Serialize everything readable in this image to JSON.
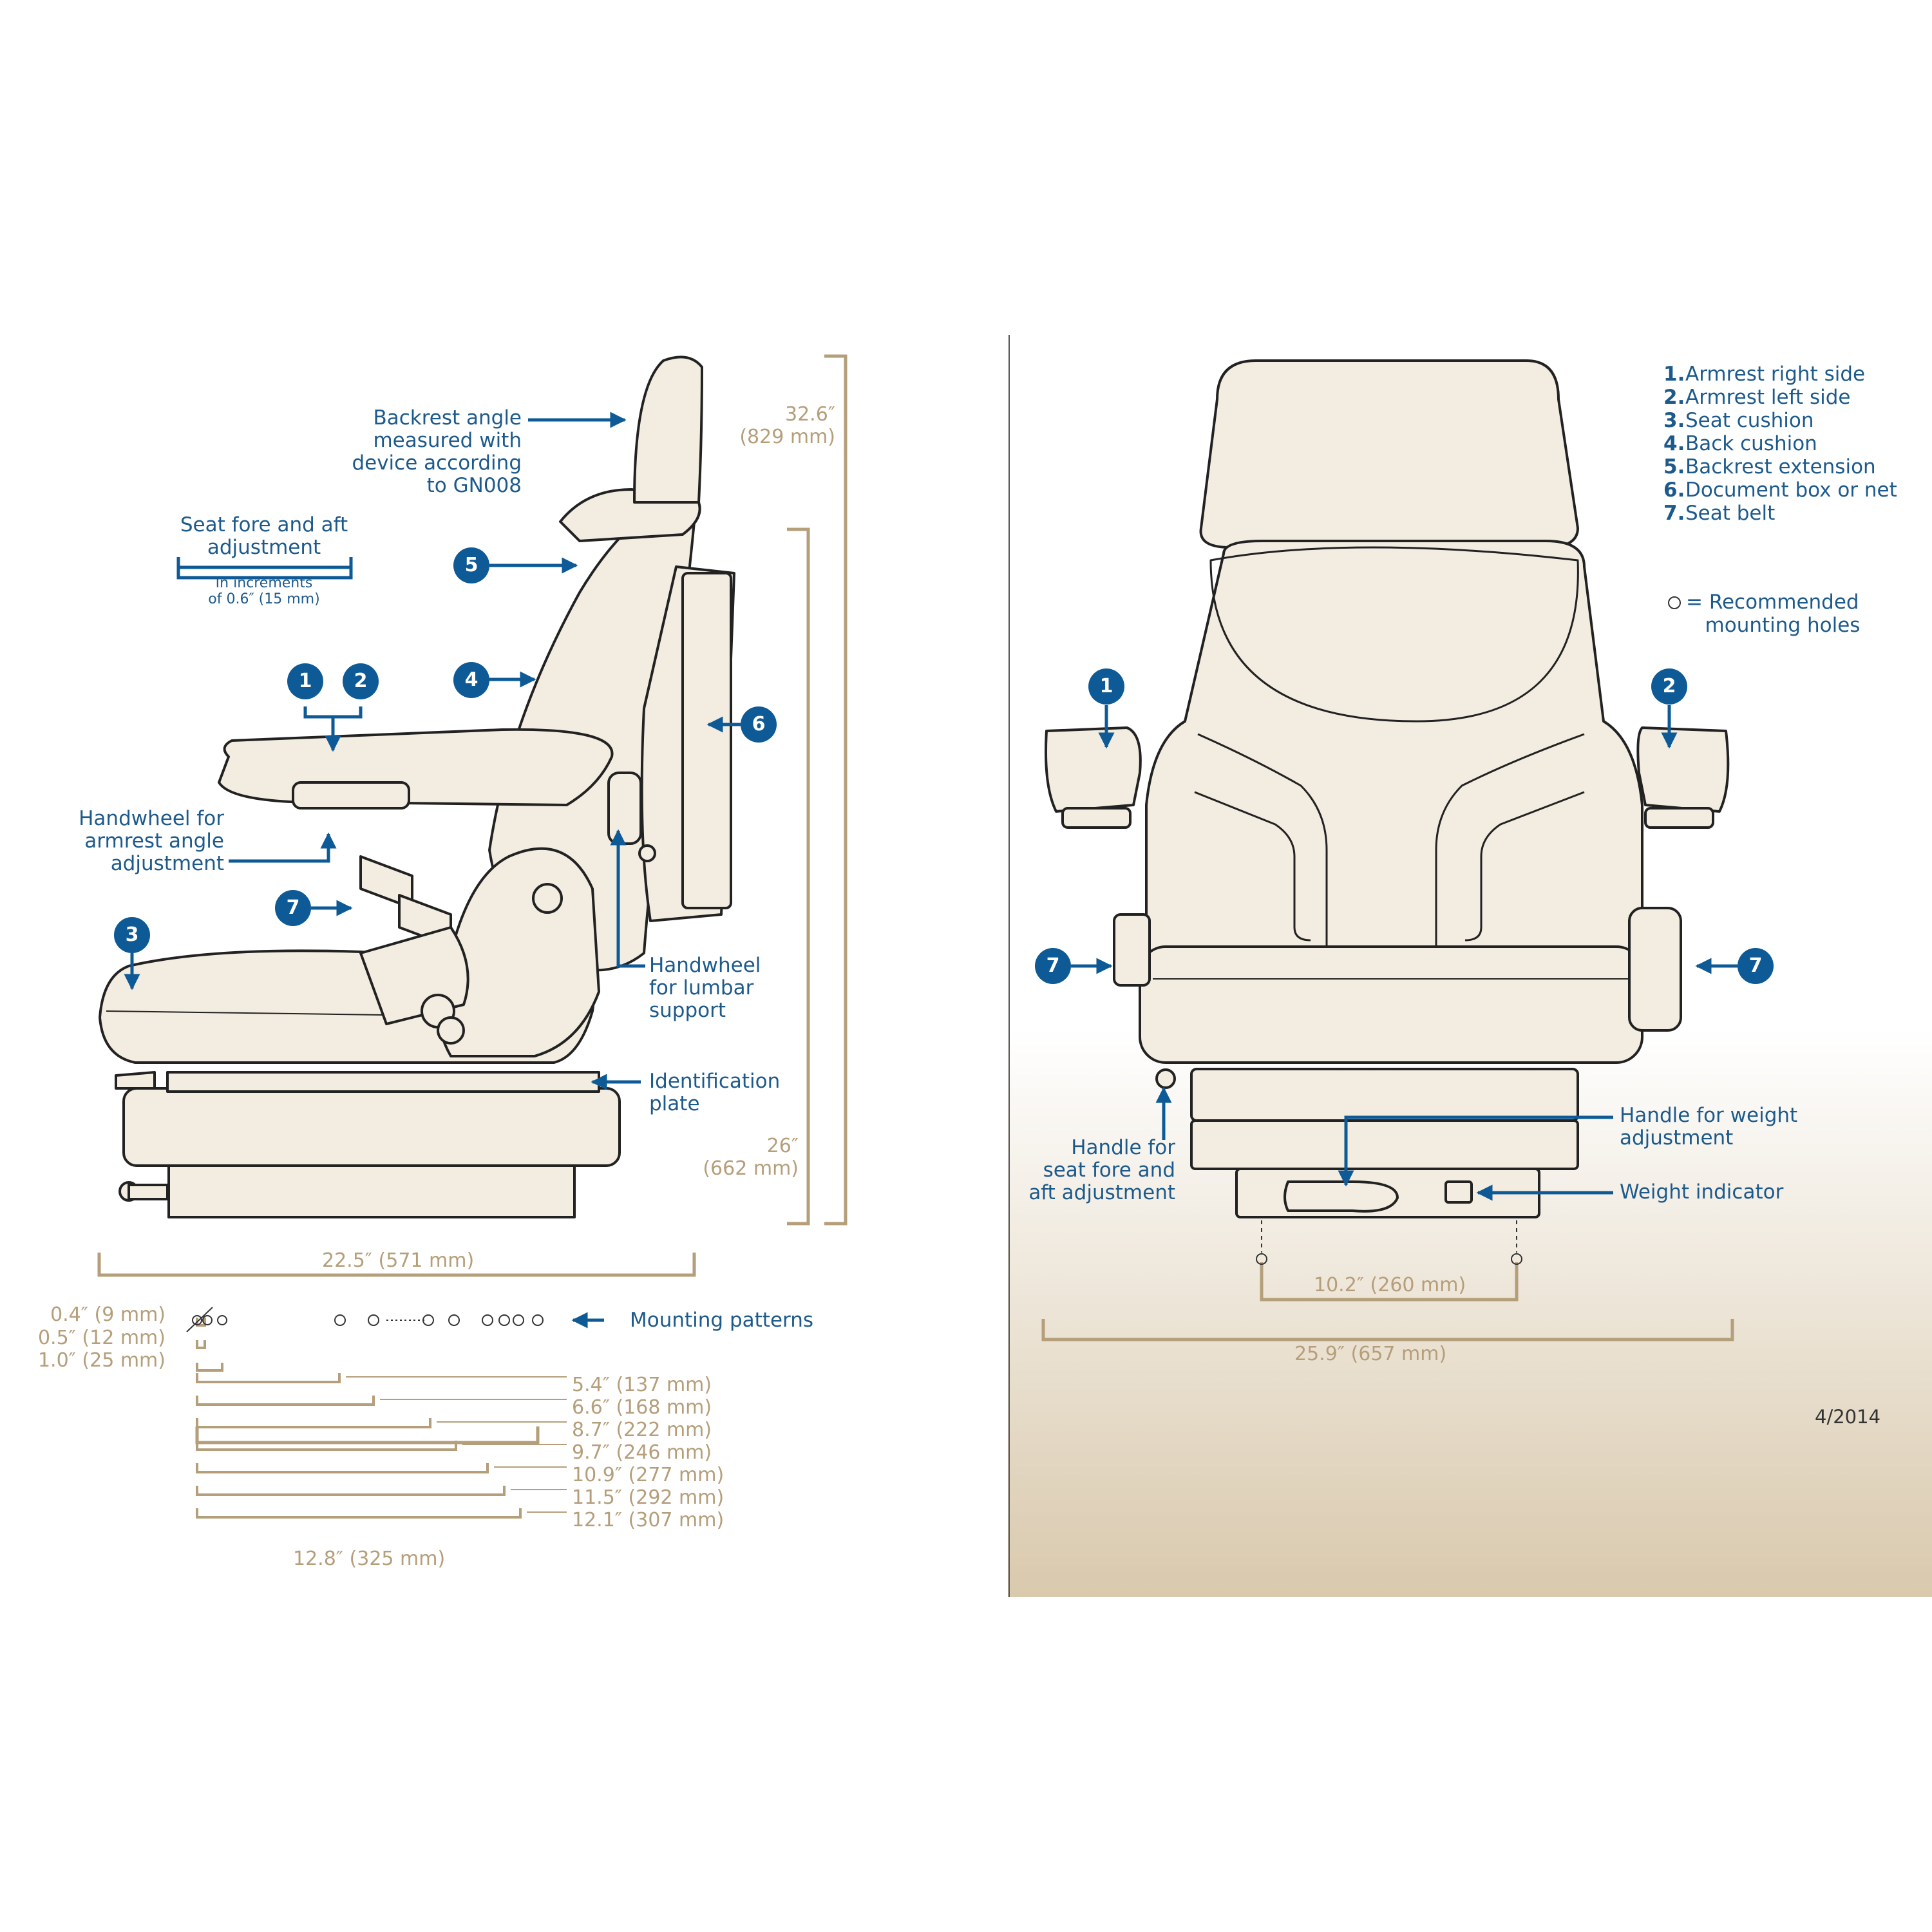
{
  "colors": {
    "label_blue": "#1d5a8c",
    "badge_blue": "#0e5a96",
    "dimension_tan": "#b59e7a",
    "seat_fill": "#f3ece0",
    "outline": "#222222"
  },
  "labels": {
    "backrest_angle": "Backrest angle\nmeasured with\ndevice according\nto GN008",
    "fore_aft": "Seat fore and aft\nadjustment",
    "fore_aft_increment": "In increments\nof 0.6″ (15 mm)",
    "handwheel_armrest": "Handwheel for\narmrest angle\nadjustment",
    "handwheel_lumbar": "Handwheel\nfor lumbar\nsupport",
    "id_plate": "Identification\nplate",
    "mounting_patterns": "Mounting patterns",
    "handle_fore_aft": "Handle for\nseat fore and\naft adjustment",
    "handle_weight": "Handle for weight\nadjustment",
    "weight_indicator": "Weight indicator",
    "mounting_holes": "= Recommended\n   mounting holes"
  },
  "badges": {
    "side": [
      "1",
      "2",
      "5",
      "4",
      "6",
      "7",
      "3"
    ],
    "front": [
      "1",
      "2",
      "7",
      "7"
    ]
  },
  "legend": [
    {
      "num": "1.",
      "text": "Armrest right side"
    },
    {
      "num": "2.",
      "text": "Armrest left side"
    },
    {
      "num": "3.",
      "text": "Seat cushion"
    },
    {
      "num": "4.",
      "text": "Back cushion"
    },
    {
      "num": "5.",
      "text": "Backrest extension"
    },
    {
      "num": "6.",
      "text": "Document box or net"
    },
    {
      "num": "7.",
      "text": "Seat belt"
    }
  ],
  "dimensions": {
    "total_height": "32.6″\n(829 mm)",
    "height_26": "26″\n(662 mm)",
    "side_width": "22.5″ (571 mm)",
    "front_holes": "10.2″ (260 mm)",
    "front_width": "25.9″ (657 mm)",
    "small_patterns": [
      "0.4″ (9 mm)",
      "0.5″ (12 mm)",
      "1.0″ (25 mm)"
    ],
    "patterns": [
      "5.4″ (137 mm)",
      "6.6″ (168 mm)",
      "8.7″ (222 mm)",
      "9.7″ (246 mm)",
      "10.9″ (277 mm)",
      "11.5″ (292 mm)",
      "12.1″ (307 mm)"
    ],
    "max_pattern": "12.8″ (325 mm)"
  },
  "date": "4/2014"
}
